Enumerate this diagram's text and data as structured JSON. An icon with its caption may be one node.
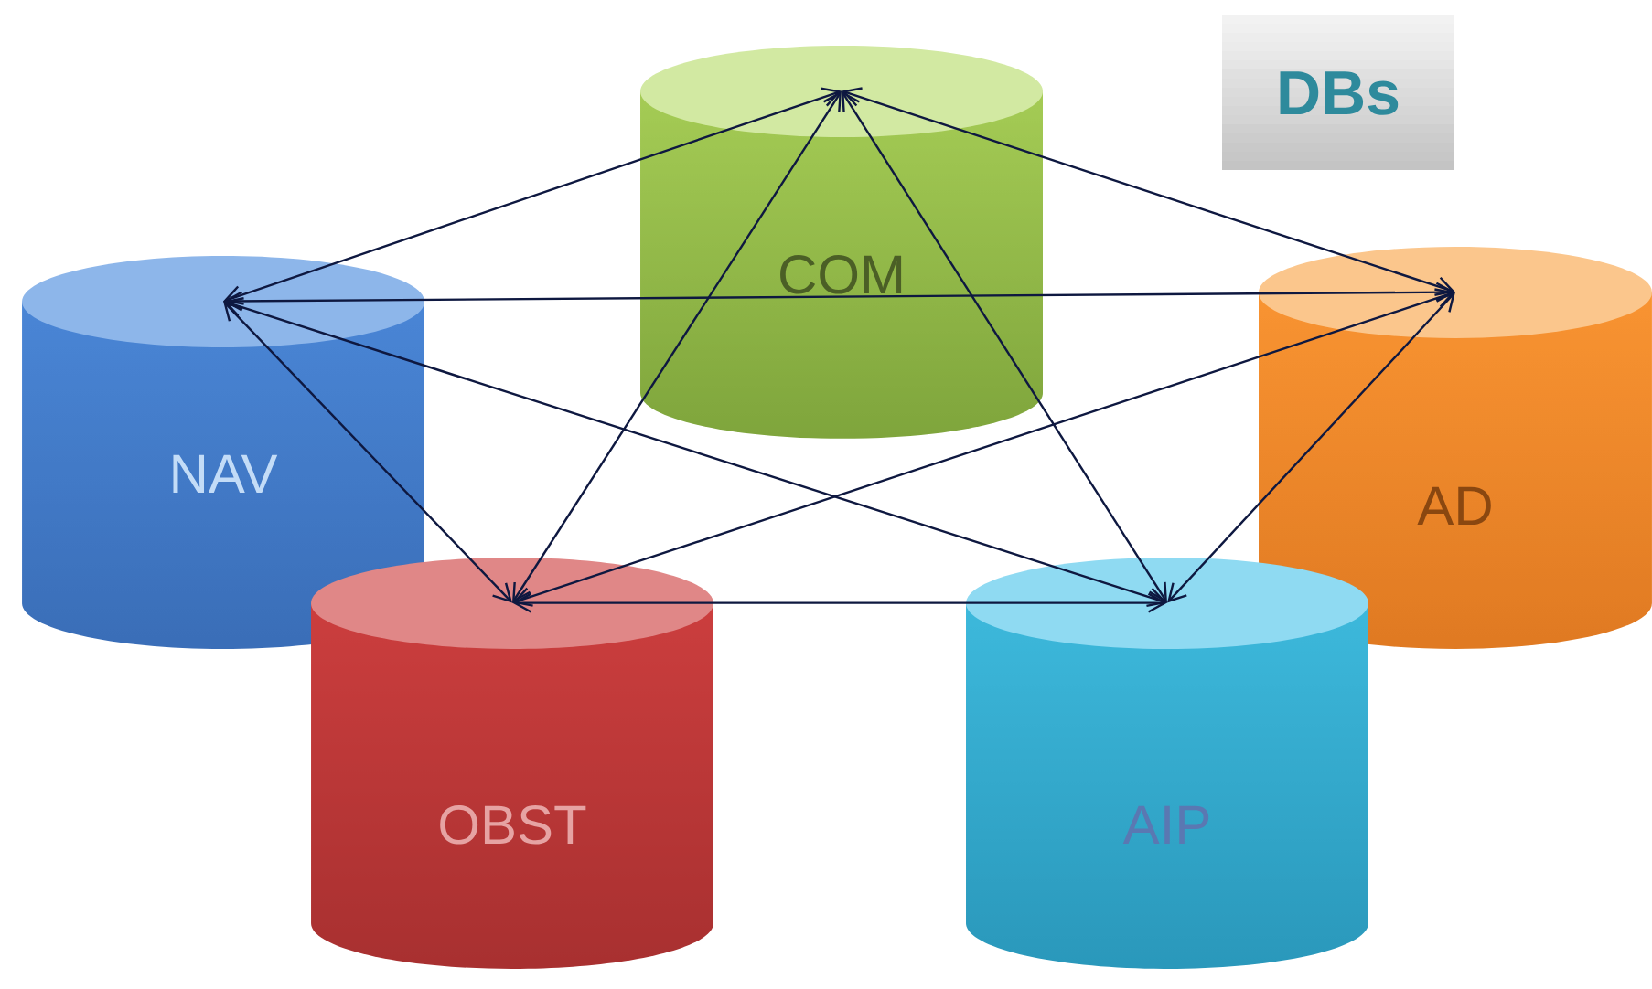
{
  "diagram": {
    "title": "DBs",
    "nodes": [
      {
        "text": [
          "COM"
        ]
      },
      {
        "text": [
          "NAV"
        ]
      },
      {
        "text": [
          "AD"
        ]
      },
      {
        "text": [
          "OBST"
        ]
      },
      {
        "text": [
          "AIP"
        ]
      }
    ],
    "edges": [
      {
        "from": 0,
        "to": 1,
        "arrow": "both"
      },
      {
        "from": 0,
        "to": 2,
        "arrow": "both"
      },
      {
        "from": 0,
        "to": 3,
        "arrow": "both"
      },
      {
        "from": 0,
        "to": 4,
        "arrow": "both"
      },
      {
        "from": 1,
        "to": 2,
        "arrow": "both"
      },
      {
        "from": 1,
        "to": 3,
        "arrow": "both"
      },
      {
        "from": 1,
        "to": 4,
        "arrow": "both"
      },
      {
        "from": 2,
        "to": 3,
        "arrow": "both"
      },
      {
        "from": 2,
        "to": 4,
        "arrow": "both"
      },
      {
        "from": 3,
        "to": 4,
        "arrow": "both"
      }
    ]
  }
}
